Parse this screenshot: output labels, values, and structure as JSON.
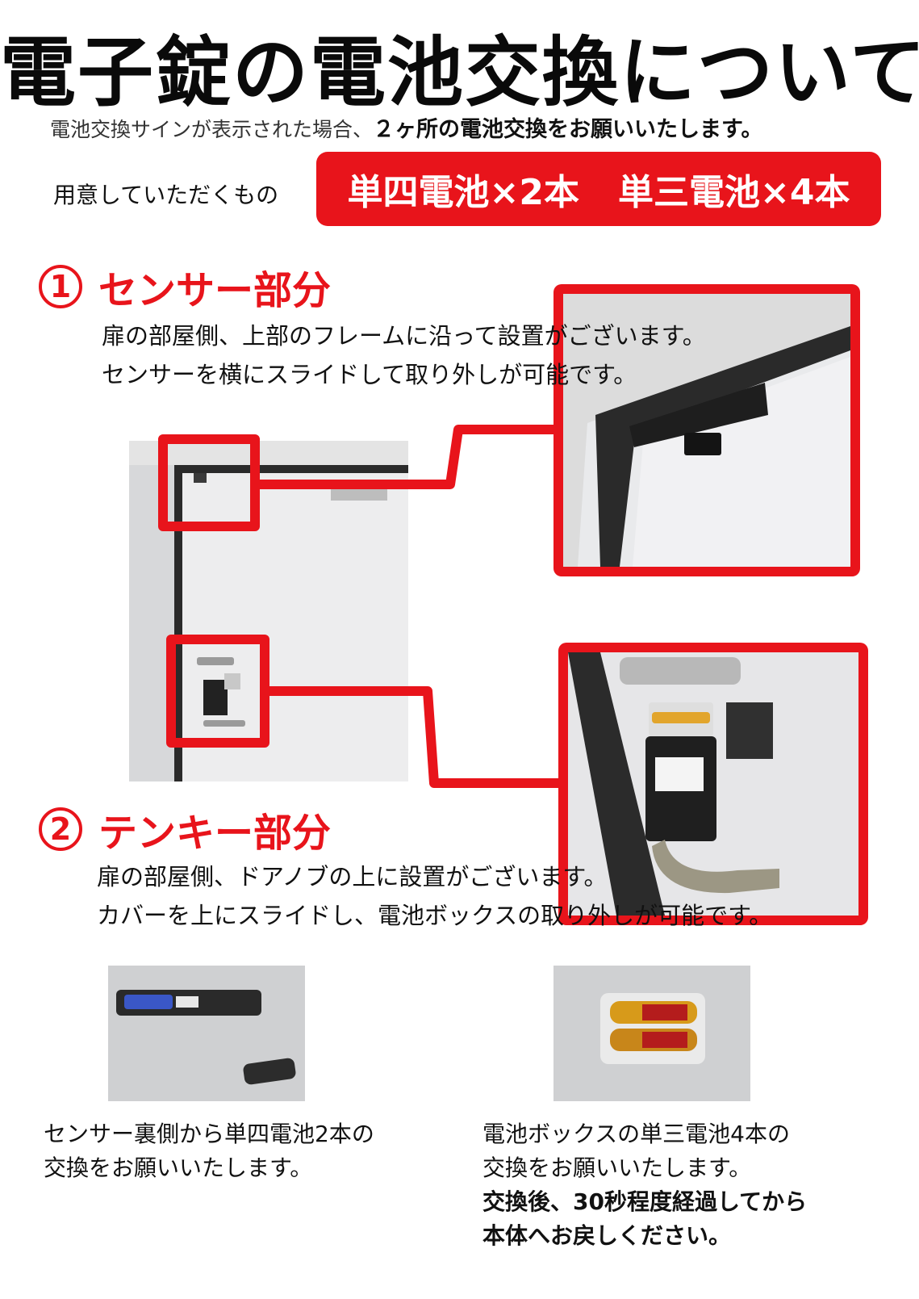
{
  "title": "電子錠の電池交換について",
  "intro": {
    "prefix": "電池交換サインが表示された場合、",
    "emphasis": "２ヶ所の電池交換をお願いいたします。"
  },
  "needs": {
    "label": "用意していただくもの",
    "item1": "単四電池×2本",
    "item2": "単三電池×4本"
  },
  "section1": {
    "number": "1",
    "heading": "センサー部分",
    "line1": "扉の部屋側、上部のフレームに沿って設置がございます。",
    "line2": "センサーを横にスライドして取り外しが可能です。"
  },
  "section2": {
    "number": "2",
    "heading": "テンキー部分",
    "line1": "扉の部屋側、ドアノブの上に設置がございます。",
    "line2": "カバーを上にスライドし、電池ボックスの取り外しが可能です。"
  },
  "caption_left": {
    "line1": "センサー裏側から単四電池2本の",
    "line2": "交換をお願いいたします。"
  },
  "caption_right": {
    "line1": "電池ボックスの単三電池4本の",
    "line2": "交換をお願いいたします。",
    "bold1": "交換後、30秒程度経過してから",
    "bold2": "本体へお戻しください。"
  },
  "colors": {
    "accent": "#e8141b",
    "text": "#111111"
  }
}
